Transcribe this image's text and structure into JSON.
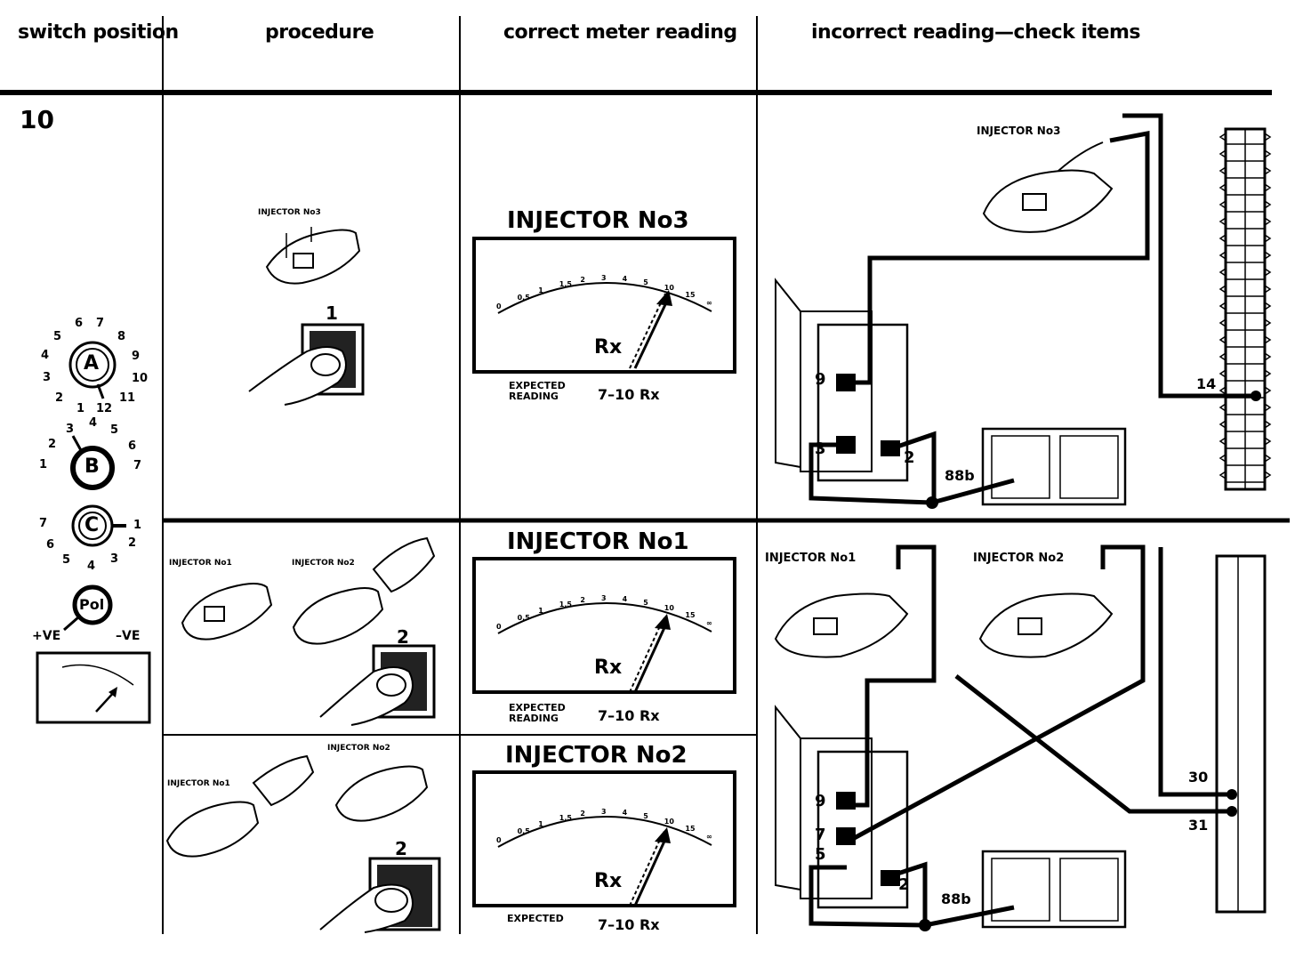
{
  "headers": {
    "switch_position": "switch position",
    "procedure": "procedure",
    "correct_meter_reading": "correct meter reading",
    "incorrect_reading": "incorrect reading—check items"
  },
  "step_number": "10",
  "switch": {
    "dial_a": {
      "label": "A",
      "numbers": [
        "6",
        "7",
        "8",
        "9",
        "10",
        "11",
        "12",
        "1",
        "2",
        "3",
        "4",
        "5"
      ]
    },
    "dial_b": {
      "label": "B",
      "numbers": [
        "1",
        "2",
        "3",
        "4",
        "5",
        "6",
        "7"
      ]
    },
    "dial_c": {
      "label": "C",
      "numbers": [
        "1",
        "2",
        "3",
        "4",
        "5",
        "6",
        "7"
      ]
    },
    "pol": {
      "label": "Pol",
      "plus": "+VE",
      "minus": "–VE"
    }
  },
  "procedure": {
    "row1": {
      "injector_label": "INJECTOR No3",
      "button": "1"
    },
    "row2": {
      "injector_a": "INJECTOR No1",
      "injector_b": "INJECTOR No2",
      "button": "2"
    },
    "row3": {
      "injector_a": "INJECTOR No1",
      "injector_b": "INJECTOR No2",
      "button": "2"
    }
  },
  "meters": [
    {
      "title": "INJECTOR No3",
      "unit": "Rx",
      "expected_1": "EXPECTED",
      "expected_2": "READING",
      "value": "7–10 Rx"
    },
    {
      "title": "INJECTOR No1",
      "unit": "Rx",
      "expected_1": "EXPECTED",
      "expected_2": "READING",
      "value": "7–10 Rx"
    },
    {
      "title": "INJECTOR No2",
      "unit": "Rx",
      "expected_1": "EXPECTED",
      "expected_2": "",
      "value": "7–10 Rx"
    }
  ],
  "scale_ticks": [
    "0",
    "0.5",
    "1",
    "1.5",
    "2",
    "3",
    "4",
    "5",
    "10",
    "15",
    "∞"
  ],
  "check": {
    "upper": {
      "injector": "INJECTOR No3",
      "pins": [
        "9",
        "3",
        "2"
      ],
      "relay": "88b",
      "terminal": "14"
    },
    "lower": {
      "injector_a": "INJECTOR No1",
      "injector_b": "INJECTOR No2",
      "pins": [
        "9",
        "7",
        "5",
        "2"
      ],
      "relay": "88b",
      "terminal_a": "30",
      "terminal_b": "31"
    }
  }
}
